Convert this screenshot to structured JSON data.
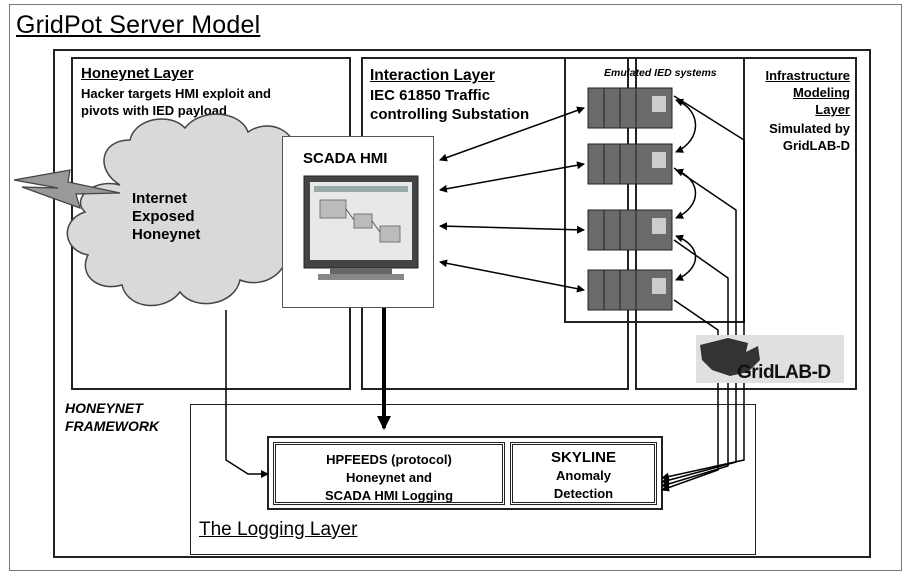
{
  "title": "GridPot Server Model",
  "honeynet_layer": {
    "heading": "Honeynet Layer",
    "line1": "Hacker targets HMI exploit and",
    "line2": "pivots with IED payload"
  },
  "cloud": {
    "line1": "Internet",
    "line2": "Exposed",
    "line3": "Honeynet"
  },
  "interaction_layer": {
    "heading": "Interaction Layer",
    "line1": "IEC 61850 Traffic",
    "line2": "controlling Substation"
  },
  "scada": {
    "label": "SCADA HMI"
  },
  "ied": {
    "heading": "Emulated IED systems"
  },
  "infrastructure_layer": {
    "line1": "Infrastructure",
    "line2": "Modeling",
    "line3": "Layer",
    "line4": "Simulated by",
    "line5": "GridLAB-D"
  },
  "gridlabd_logo": "GridLAB-D",
  "framework": {
    "line1": "HONEYNET",
    "line2": "FRAMEWORK"
  },
  "hpfeeds": {
    "line1": "HPFEEDS (protocol)",
    "line2": "Honeynet and",
    "line3": "SCADA HMI Logging"
  },
  "skyline": {
    "line1": "SKYLINE",
    "line2": "Anomaly",
    "line3": "Detection"
  },
  "logging_layer": "The Logging Layer"
}
